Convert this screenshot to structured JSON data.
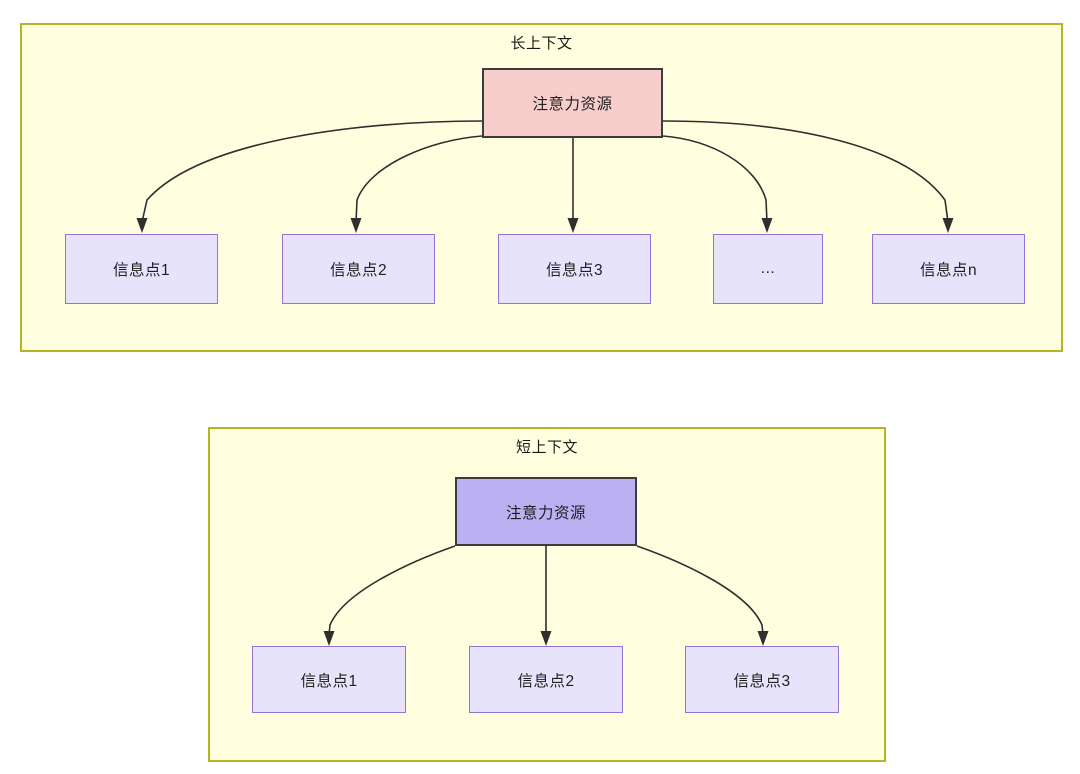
{
  "diagram": {
    "title_long": "长上下文",
    "title_short": "短上下文",
    "colors": {
      "container_fill": "#ffffe0",
      "container_border": "#b5b523",
      "attention_long_fill": "#f8cecc",
      "attention_short_fill": "#bbb0f2",
      "node_border_dark": "#3c3c3c",
      "info_fill": "#e6e3fb",
      "info_border": "#9673d3",
      "edge_stroke": "#2f2f2f"
    }
  },
  "long_context": {
    "title": "长上下文",
    "attention_node": {
      "label": "注意力资源"
    },
    "info_nodes": [
      {
        "label": "信息点1"
      },
      {
        "label": "信息点2"
      },
      {
        "label": "信息点3"
      },
      {
        "label": "..."
      },
      {
        "label": "信息点n"
      }
    ]
  },
  "short_context": {
    "title": "短上下文",
    "attention_node": {
      "label": "注意力资源"
    },
    "info_nodes": [
      {
        "label": "信息点1"
      },
      {
        "label": "信息点2"
      },
      {
        "label": "信息点3"
      }
    ]
  }
}
